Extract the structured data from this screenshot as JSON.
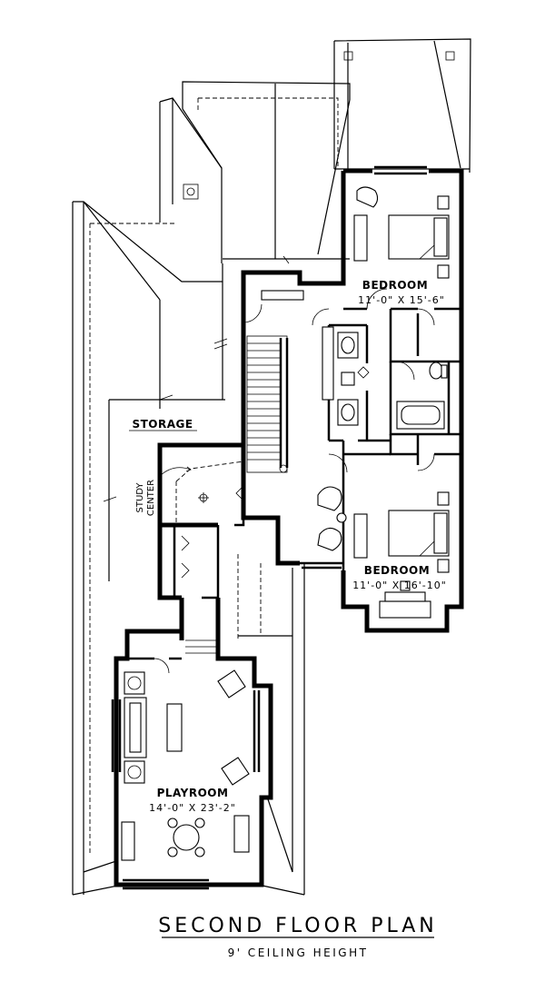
{
  "title": "SECOND FLOOR PLAN",
  "subtitle": "9' CEILING HEIGHT",
  "rooms": {
    "bedroom_1": {
      "name": "BEDROOM",
      "dims": "11'-0\" X 15'-6\""
    },
    "bedroom_2": {
      "name": "BEDROOM",
      "dims": "11'-0\" X 16'-10\""
    },
    "playroom": {
      "name": "PLAYROOM",
      "dims": "14'-0\" X 23'-2\""
    },
    "storage": {
      "name": "STORAGE"
    },
    "study_center": {
      "line1": "STUDY",
      "line2": "CENTER"
    }
  }
}
